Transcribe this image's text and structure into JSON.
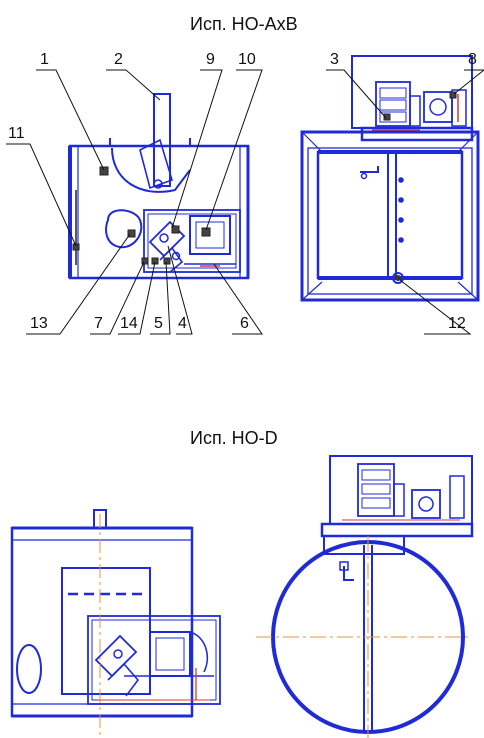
{
  "titles": {
    "top": "Исп. НО-АхВ",
    "bottom": "Исп. НО-D"
  },
  "callouts": [
    "1",
    "2",
    "9",
    "10",
    "3",
    "8",
    "11",
    "13",
    "7",
    "14",
    "5",
    "4",
    "6",
    "12"
  ],
  "colors": {
    "outline": "#1f2bd6",
    "centerline": "#e8963a",
    "leader": "#111111",
    "accent": "#d23a3a"
  }
}
